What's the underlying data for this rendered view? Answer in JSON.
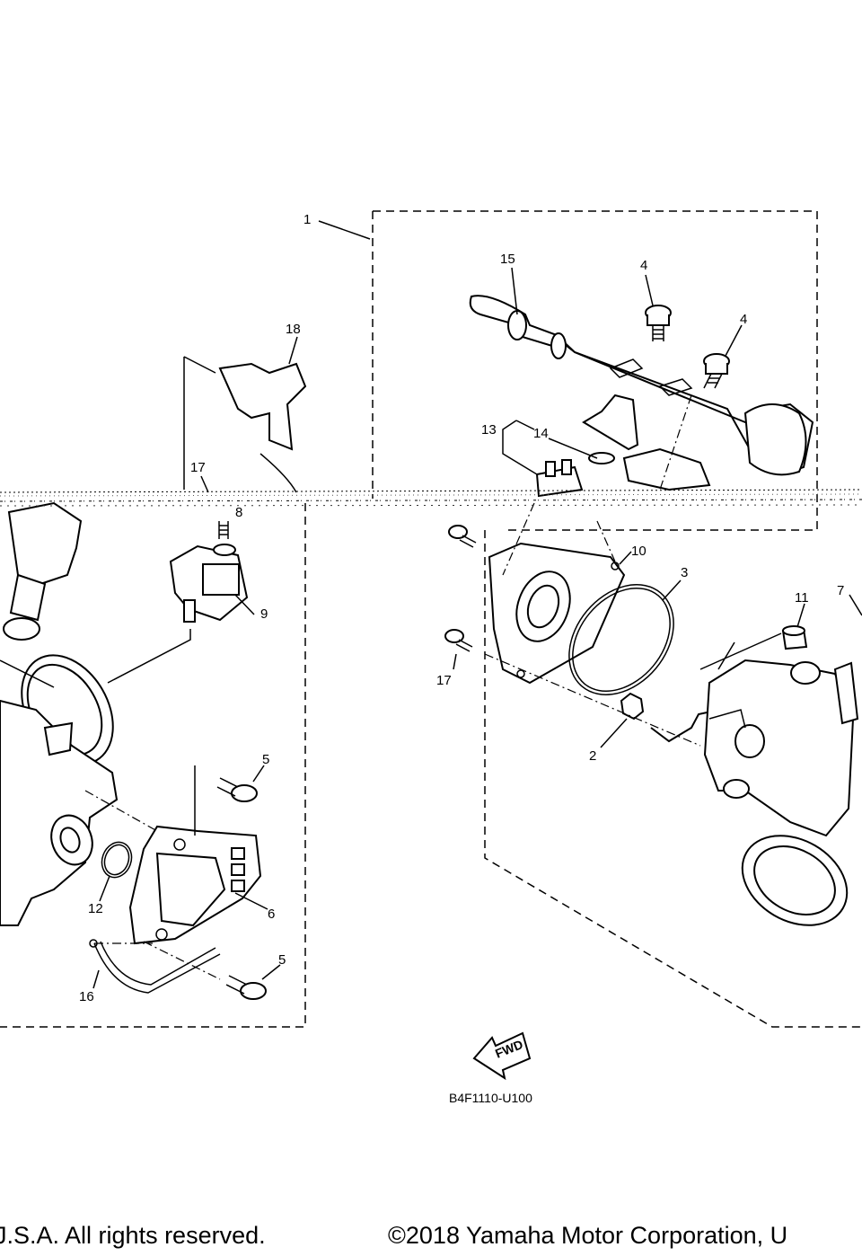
{
  "diagram": {
    "callouts": [
      "1",
      "2",
      "3",
      "4",
      "4",
      "5",
      "5",
      "6",
      "7",
      "8",
      "9",
      "10",
      "11",
      "12",
      "13",
      "14",
      "15",
      "16",
      "17",
      "17",
      "18"
    ],
    "fwd_label": "FWD",
    "drawing_code": "B4F1110-U100",
    "footer_left": "J.S.A. All rights reserved.",
    "footer_right": "©2018 Yamaha Motor Corporation, U"
  }
}
